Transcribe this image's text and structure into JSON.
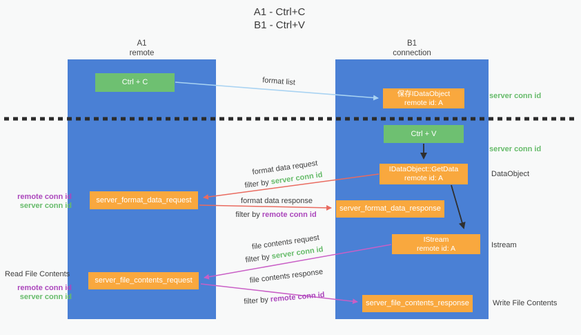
{
  "title": {
    "line1": "A1 - Ctrl+C",
    "line2": "B1 - Ctrl+V"
  },
  "colors": {
    "column_blue": "#4a80d5",
    "box_green": "#6ec071",
    "box_orange": "#f9a83e",
    "arrow_light_blue": "#a9d3f2",
    "arrow_red": "#e96b60",
    "arrow_magenta": "#c95fc6",
    "arrow_black": "#2f2f2f",
    "text_green": "#66bb6a",
    "text_purple": "#ab47bc"
  },
  "columns": {
    "left": {
      "title": "A1",
      "subtitle": "remote"
    },
    "right": {
      "title": "B1",
      "subtitle": "connection"
    }
  },
  "nodes": {
    "ctrl_c": {
      "label": "Ctrl + C"
    },
    "save_idataobject": {
      "line1": "保存IDataObject",
      "line2": "remote id: A"
    },
    "ctrl_v": {
      "label": "Ctrl + V"
    },
    "getdata": {
      "line1": "IDataObject::GetData",
      "line2": "remote id: A"
    },
    "format_request": {
      "label": "server_format_data_request"
    },
    "format_response": {
      "label": "server_format_data_response"
    },
    "istream": {
      "line1": "IStream",
      "line2": "remote id: A"
    },
    "file_request": {
      "label": "server_file_contents_request"
    },
    "file_response": {
      "label": "server_file_contents_response"
    }
  },
  "arrow_labels": {
    "format_list": "format list",
    "format_data_request": "format data request",
    "format_data_response": "format data response",
    "file_contents_request": "file contents request",
    "file_contents_response": "file contents response",
    "filter_by": "filter by",
    "server_conn_id": "server conn id",
    "remote_conn_id": "remote conn id"
  },
  "side_labels": {
    "server_conn_id": "server conn id",
    "remote_conn_id": "remote conn id",
    "data_object": "DataObject",
    "istream": "Istream",
    "read_file_contents": "Read File Contents",
    "write_file_contents": "Write File Contents"
  }
}
